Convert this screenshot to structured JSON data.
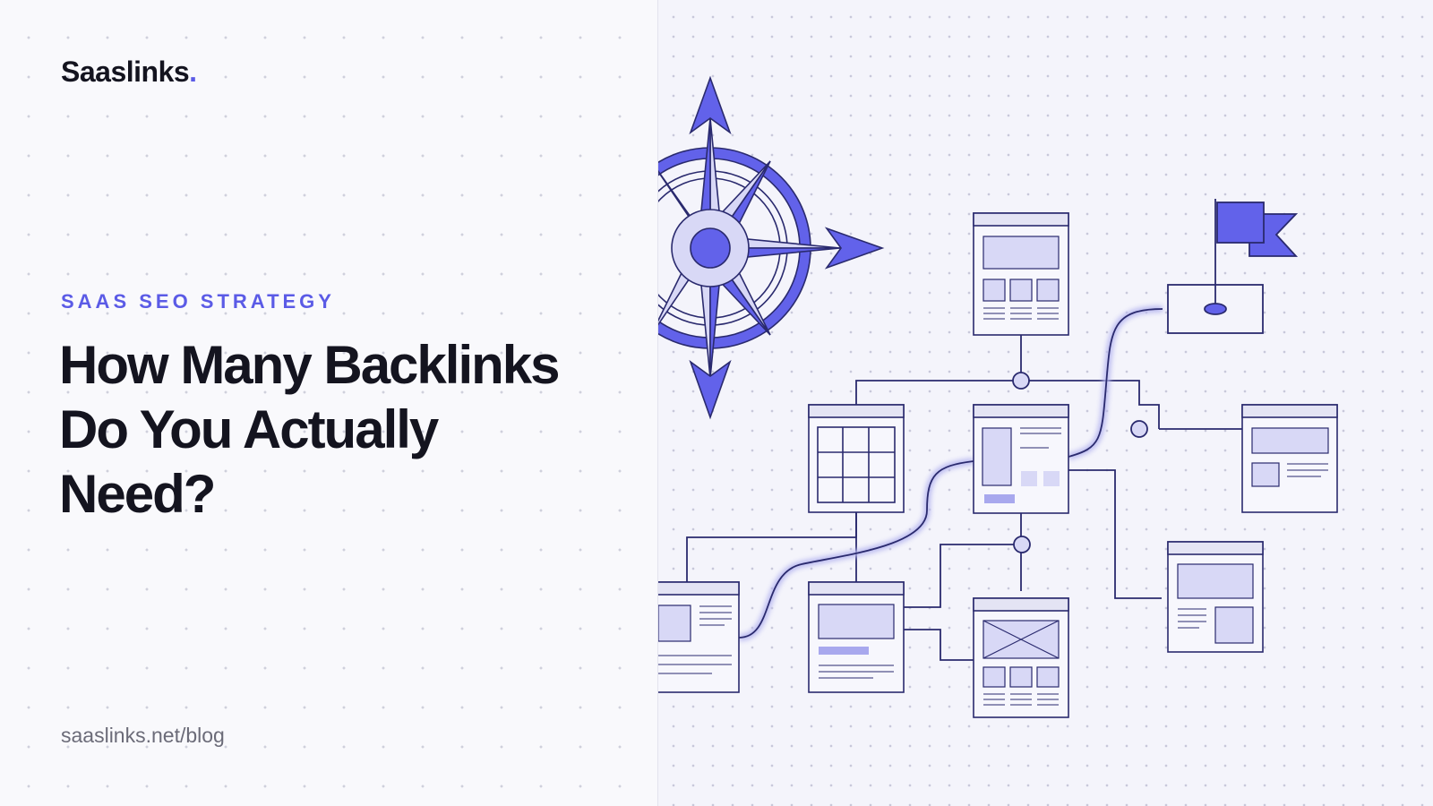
{
  "brand": {
    "name": "Saaslinks",
    "dot": "."
  },
  "eyebrow": "SAAS SEO STRATEGY",
  "headline": {
    "line1": "How Many Backlinks",
    "line2": "Do You Actually",
    "line3": "Need?"
  },
  "footer_url": "saaslinks.net/blog",
  "colors": {
    "accent": "#5b5be6",
    "ink": "#14141f",
    "muted": "#6b6b78",
    "line": "#2a2a6e",
    "fill": "#d8d8f6",
    "header": "#e4e4f4"
  },
  "icons": [
    "compass-icon",
    "flag-icon",
    "grid-icon",
    "image-placeholder-icon"
  ]
}
